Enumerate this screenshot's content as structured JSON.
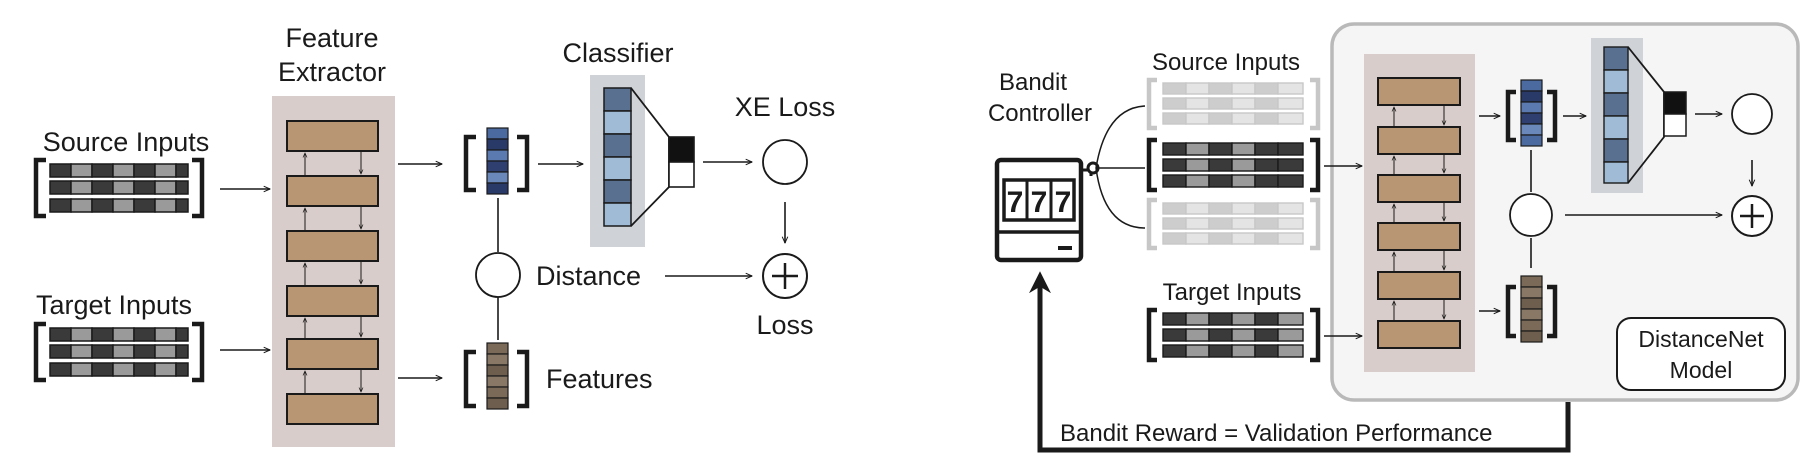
{
  "left": {
    "feature_extractor_line1": "Feature",
    "feature_extractor_line2": "Extractor",
    "classifier": "Classifier",
    "xe_loss": "XE Loss",
    "source_inputs": "Source Inputs",
    "target_inputs": "Target Inputs",
    "distance": "Distance",
    "loss": "Loss",
    "features": "Features"
  },
  "right": {
    "bandit_line1": "Bandit",
    "bandit_line2": "Controller",
    "source_inputs": "Source Inputs",
    "target_inputs": "Target Inputs",
    "model_line1": "DistanceNet",
    "model_line2": "Model",
    "reward": "Bandit Reward = Validation Performance",
    "slot_reel": "7"
  },
  "colors": {
    "extractor_bg": "#d8cdca",
    "layer_block": "#b89673",
    "classifier_bg": "#cfd3d7",
    "source_feature": "#3a4d78",
    "target_feature": "#7c6a58",
    "model_panel": "#f5f5f5",
    "model_border": "#b9b9b9"
  },
  "icons": [
    "slot-machine-icon",
    "plus-icon",
    "circle-node-icon"
  ]
}
